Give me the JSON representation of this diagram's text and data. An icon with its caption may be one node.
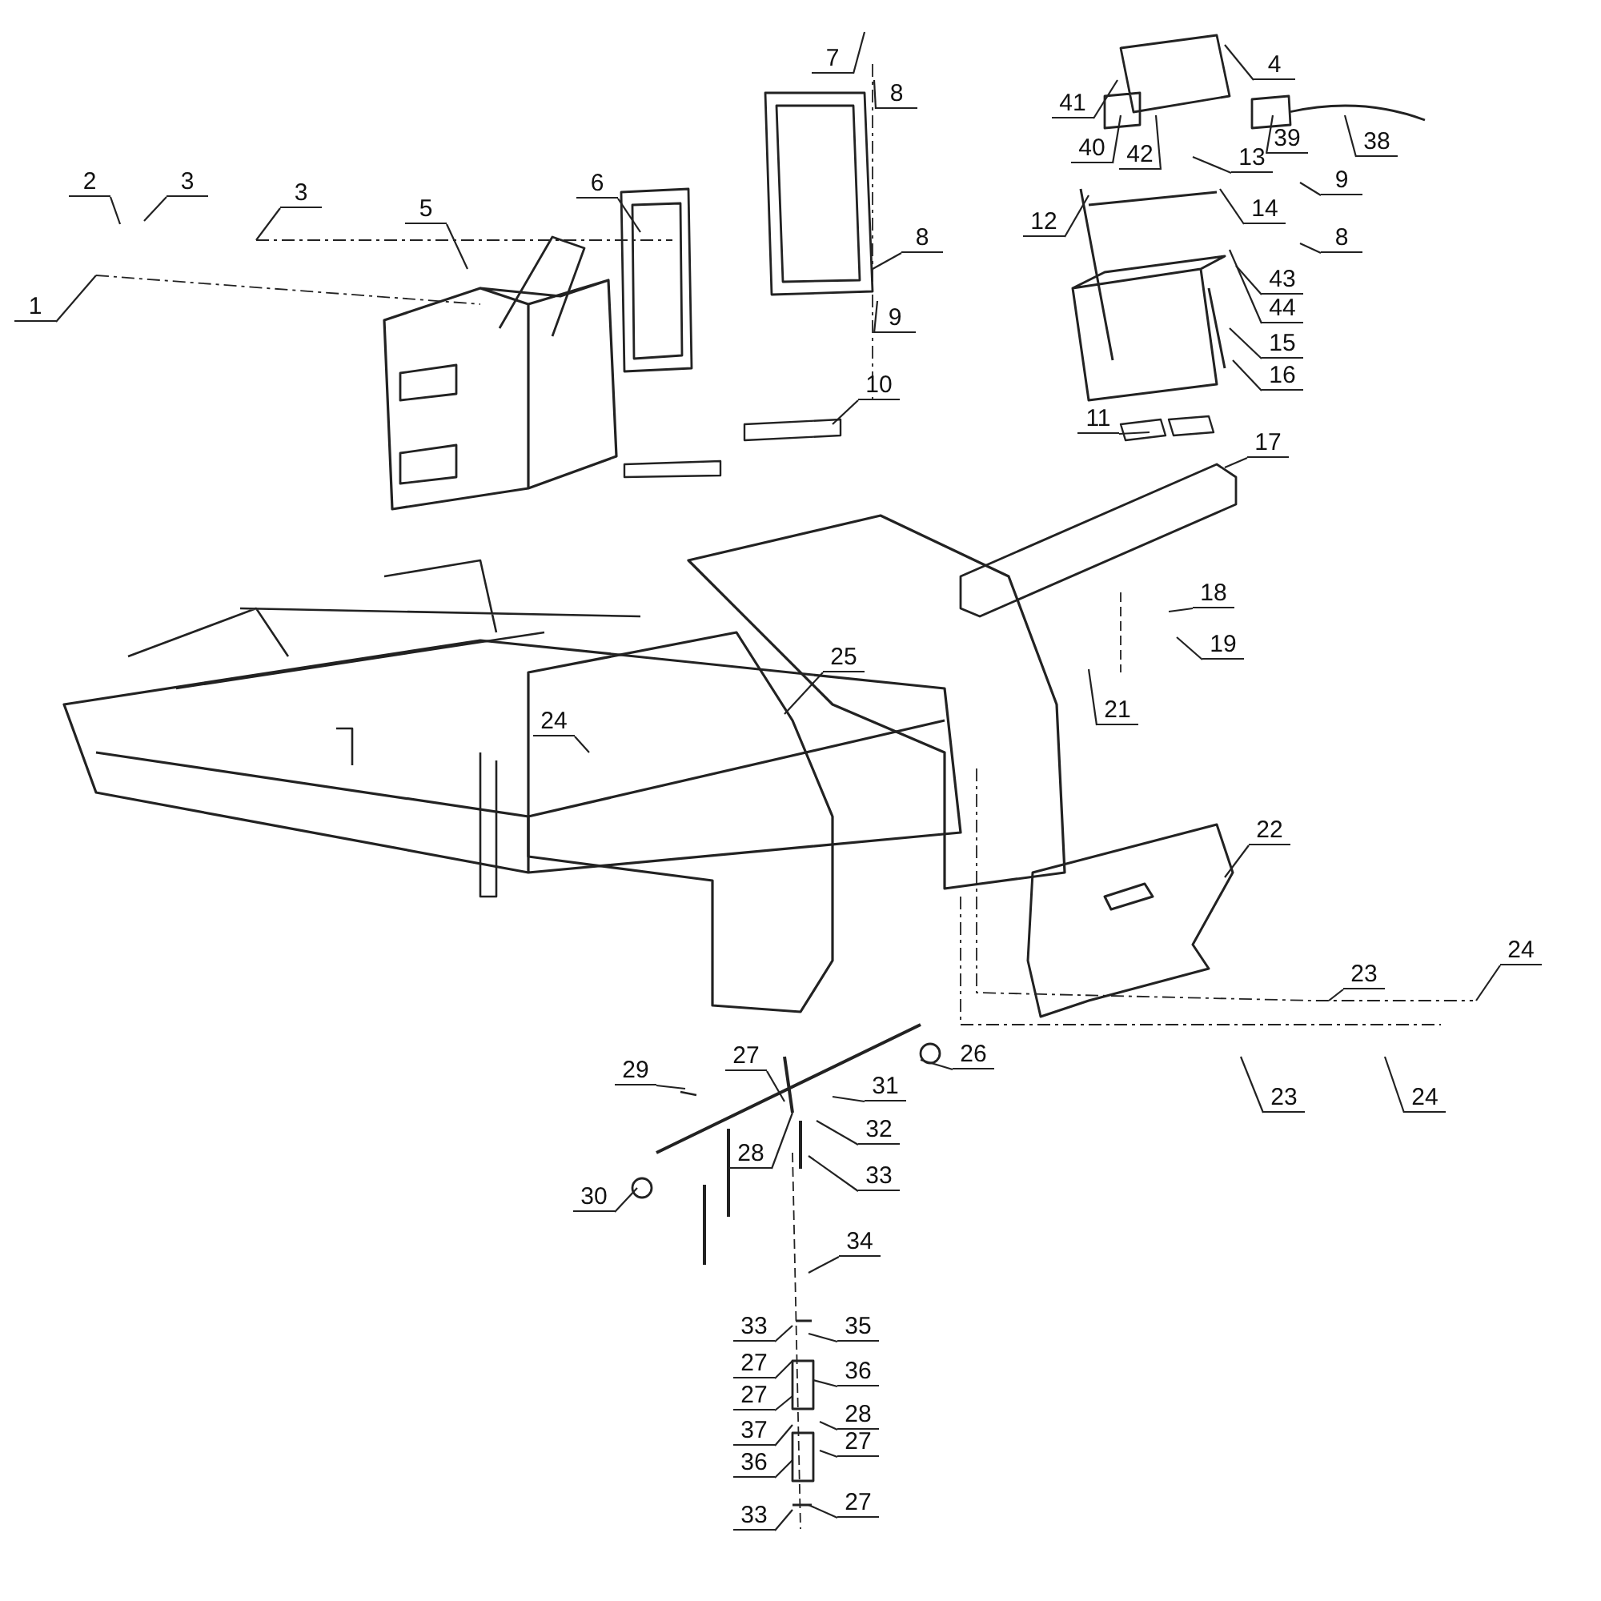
{
  "diagram": {
    "nodes": [
      {
        "text": [
          "1"
        ]
      },
      {
        "text": [
          "2"
        ]
      },
      {
        "text": [
          "3"
        ]
      },
      {
        "text": [
          "3"
        ]
      },
      {
        "text": [
          "5"
        ]
      },
      {
        "text": [
          "6"
        ]
      },
      {
        "text": [
          "7"
        ]
      },
      {
        "text": [
          "8"
        ]
      },
      {
        "text": [
          "9"
        ]
      },
      {
        "text": [
          "8"
        ]
      },
      {
        "text": [
          "10"
        ]
      },
      {
        "text": [
          "4"
        ]
      },
      {
        "text": [
          "41"
        ]
      },
      {
        "text": [
          "40"
        ]
      },
      {
        "text": [
          "42"
        ]
      },
      {
        "text": [
          "39"
        ]
      },
      {
        "text": [
          "38"
        ]
      },
      {
        "text": [
          "13"
        ]
      },
      {
        "text": [
          "14"
        ]
      },
      {
        "text": [
          "12"
        ]
      },
      {
        "text": [
          "9"
        ]
      },
      {
        "text": [
          "8"
        ]
      },
      {
        "text": [
          "43"
        ]
      },
      {
        "text": [
          "44"
        ]
      },
      {
        "text": [
          "15"
        ]
      },
      {
        "text": [
          "16"
        ]
      },
      {
        "text": [
          "11"
        ]
      },
      {
        "text": [
          "17"
        ]
      },
      {
        "text": [
          "18"
        ]
      },
      {
        "text": [
          "19"
        ]
      },
      {
        "text": [
          "21"
        ]
      },
      {
        "text": [
          "25"
        ]
      },
      {
        "text": [
          "24"
        ]
      },
      {
        "text": [
          "22"
        ]
      },
      {
        "text": [
          "23"
        ]
      },
      {
        "text": [
          "24"
        ]
      },
      {
        "text": [
          "23"
        ]
      },
      {
        "text": [
          "24"
        ]
      },
      {
        "text": [
          "26"
        ]
      },
      {
        "text": [
          "29"
        ]
      },
      {
        "text": [
          "27"
        ]
      },
      {
        "text": [
          "31"
        ]
      },
      {
        "text": [
          "28"
        ]
      },
      {
        "text": [
          "32"
        ]
      },
      {
        "text": [
          "30"
        ]
      },
      {
        "text": [
          "33"
        ]
      },
      {
        "text": [
          "34"
        ]
      },
      {
        "text": [
          "33"
        ]
      },
      {
        "text": [
          "35"
        ]
      },
      {
        "text": [
          "27"
        ]
      },
      {
        "text": [
          "36"
        ]
      },
      {
        "text": [
          "27"
        ]
      },
      {
        "text": [
          "28"
        ]
      },
      {
        "text": [
          "37"
        ]
      },
      {
        "text": [
          "27"
        ]
      },
      {
        "text": [
          "36"
        ]
      },
      {
        "text": [
          "27"
        ]
      },
      {
        "text": [
          "33"
        ]
      }
    ],
    "edges": [
      {
        "from": 0,
        "to": null,
        "arrow": "none"
      },
      {
        "from": 1,
        "to": null,
        "arrow": "none"
      },
      {
        "from": 2,
        "to": null,
        "arrow": "none"
      },
      {
        "from": 3,
        "to": null,
        "arrow": "none"
      },
      {
        "from": 4,
        "to": null,
        "arrow": "none"
      },
      {
        "from": 5,
        "to": null,
        "arrow": "none"
      },
      {
        "from": 6,
        "to": null,
        "arrow": "none"
      },
      {
        "from": 7,
        "to": null,
        "arrow": "none"
      },
      {
        "from": 8,
        "to": null,
        "arrow": "none"
      },
      {
        "from": 9,
        "to": null,
        "arrow": "none"
      },
      {
        "from": 10,
        "to": null,
        "arrow": "none"
      },
      {
        "from": 11,
        "to": null,
        "arrow": "none"
      },
      {
        "from": 12,
        "to": null,
        "arrow": "none"
      },
      {
        "from": 13,
        "to": null,
        "arrow": "none"
      },
      {
        "from": 14,
        "to": null,
        "arrow": "none"
      },
      {
        "from": 15,
        "to": null,
        "arrow": "none"
      },
      {
        "from": 16,
        "to": null,
        "arrow": "none"
      },
      {
        "from": 17,
        "to": null,
        "arrow": "none"
      },
      {
        "from": 18,
        "to": null,
        "arrow": "none"
      },
      {
        "from": 19,
        "to": null,
        "arrow": "none"
      },
      {
        "from": 20,
        "to": null,
        "arrow": "none"
      },
      {
        "from": 21,
        "to": null,
        "arrow": "none"
      },
      {
        "from": 22,
        "to": null,
        "arrow": "none"
      },
      {
        "from": 23,
        "to": null,
        "arrow": "none"
      },
      {
        "from": 24,
        "to": null,
        "arrow": "none"
      },
      {
        "from": 25,
        "to": null,
        "arrow": "none"
      },
      {
        "from": 26,
        "to": null,
        "arrow": "none"
      },
      {
        "from": 27,
        "to": null,
        "arrow": "none"
      },
      {
        "from": 28,
        "to": null,
        "arrow": "none"
      },
      {
        "from": 29,
        "to": null,
        "arrow": "none"
      },
      {
        "from": 30,
        "to": null,
        "arrow": "none"
      },
      {
        "from": 31,
        "to": null,
        "arrow": "none"
      },
      {
        "from": 32,
        "to": null,
        "arrow": "none"
      },
      {
        "from": 33,
        "to": null,
        "arrow": "none"
      },
      {
        "from": 34,
        "to": null,
        "arrow": "none"
      },
      {
        "from": 35,
        "to": null,
        "arrow": "none"
      },
      {
        "from": 36,
        "to": null,
        "arrow": "none"
      },
      {
        "from": 37,
        "to": null,
        "arrow": "none"
      },
      {
        "from": 38,
        "to": null,
        "arrow": "none"
      },
      {
        "from": 39,
        "to": null,
        "arrow": "none"
      },
      {
        "from": 40,
        "to": null,
        "arrow": "none"
      },
      {
        "from": 41,
        "to": null,
        "arrow": "none"
      },
      {
        "from": 42,
        "to": null,
        "arrow": "none"
      },
      {
        "from": 43,
        "to": null,
        "arrow": "none"
      },
      {
        "from": 44,
        "to": null,
        "arrow": "none"
      },
      {
        "from": 45,
        "to": null,
        "arrow": "none"
      },
      {
        "from": 46,
        "to": null,
        "arrow": "none"
      },
      {
        "from": 47,
        "to": null,
        "arrow": "none"
      },
      {
        "from": 48,
        "to": null,
        "arrow": "none"
      },
      {
        "from": 49,
        "to": null,
        "arrow": "none"
      },
      {
        "from": 50,
        "to": null,
        "arrow": "none"
      },
      {
        "from": 51,
        "to": null,
        "arrow": "none"
      },
      {
        "from": 52,
        "to": null,
        "arrow": "none"
      },
      {
        "from": 53,
        "to": null,
        "arrow": "none"
      },
      {
        "from": 54,
        "to": null,
        "arrow": "none"
      },
      {
        "from": 55,
        "to": null,
        "arrow": "none"
      },
      {
        "from": 56,
        "to": null,
        "arrow": "none"
      },
      {
        "from": 57,
        "to": null,
        "arrow": "none"
      }
    ]
  }
}
